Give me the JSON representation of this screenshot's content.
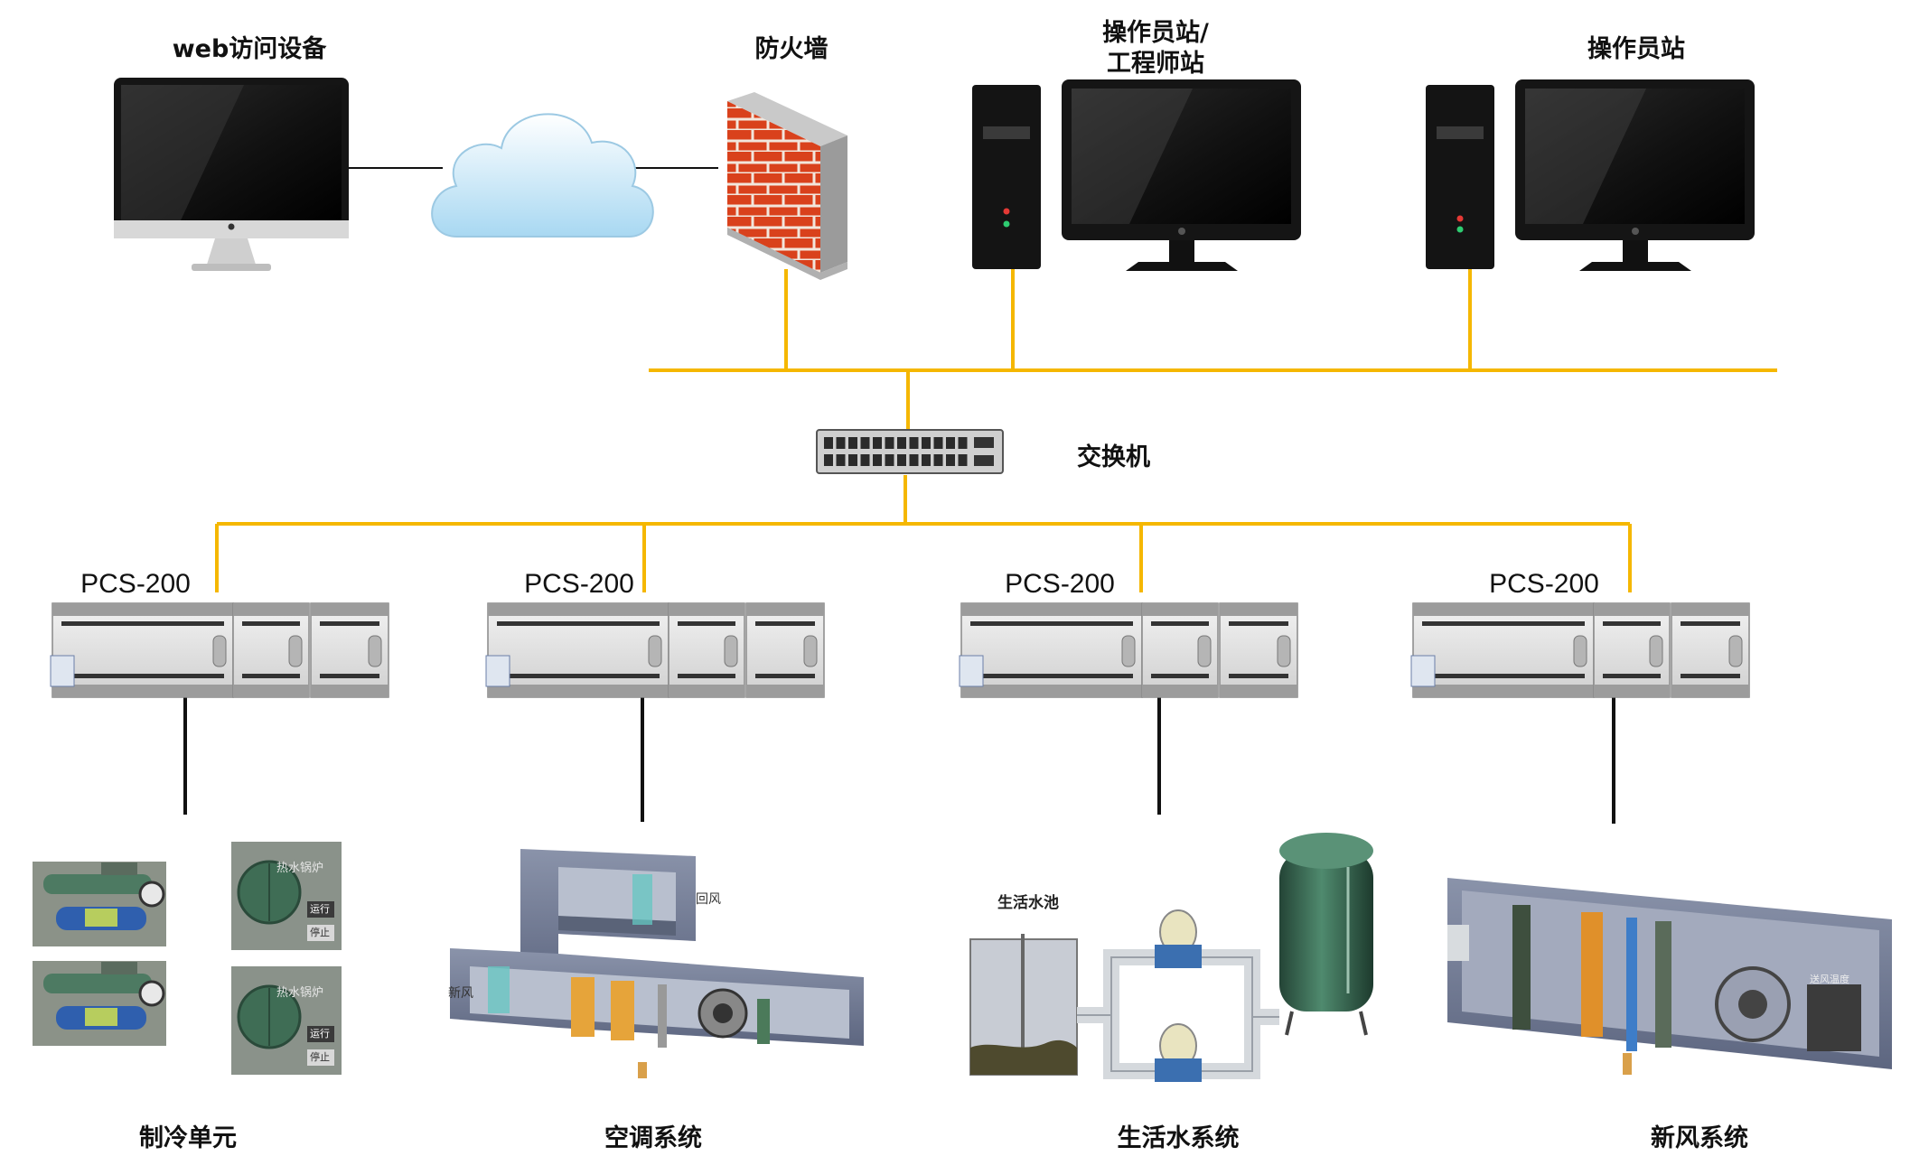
{
  "labels": {
    "web_device": "web访问设备",
    "firewall": "防火墙",
    "operator_engineer_line1": "操作员站/",
    "operator_engineer_line2": "工程师站",
    "operator_station": "操作员站",
    "switch": "交换机",
    "plc": "PCS-200",
    "refrigeration": "制冷单元",
    "aircon": "空调系统",
    "water": "生活水系统",
    "fresh_air": "新风系统"
  },
  "equipment_text": {
    "boiler_panel": "热水锅炉",
    "run_button": "运行",
    "stop_button": "停止",
    "return_air": "回风",
    "fresh_air_tag": "新风",
    "water_pool": "生活水池",
    "supply_air_temp": "送风温度"
  },
  "colors": {
    "network_line": "#f5b700",
    "field_line": "#111111",
    "firewall_brick": "#d9411c",
    "water_tank": "#3c6b57",
    "duct": "#6f7892"
  }
}
